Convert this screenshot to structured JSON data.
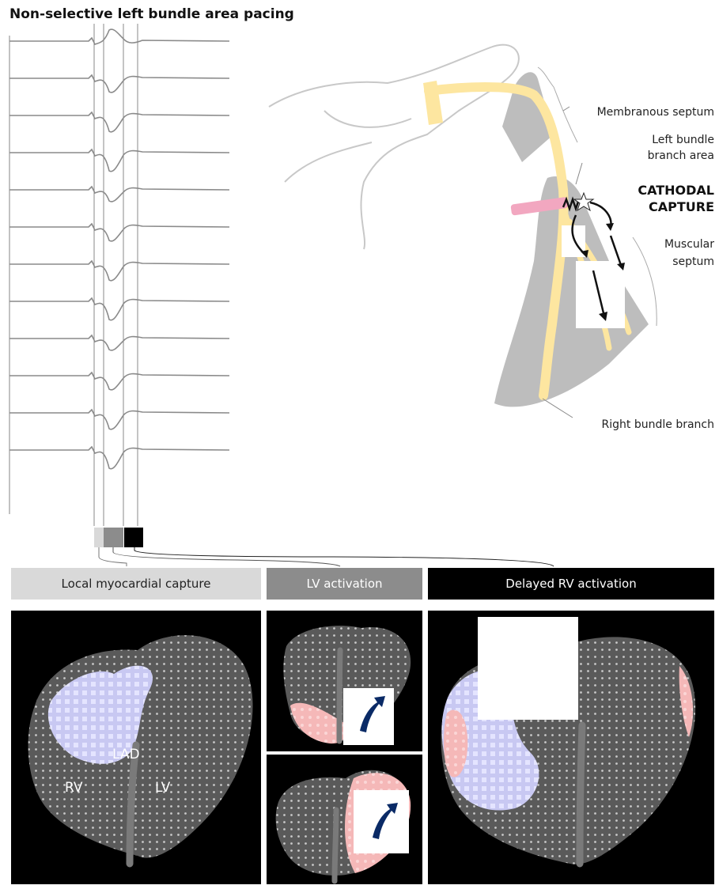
{
  "title": "Non-selective left bundle area pacing",
  "anatomy_labels": {
    "membranous_septum": "Membranous septum",
    "left_bundle_line1": "Left bundle",
    "left_bundle_line2": "branch area",
    "cathodal_line1": "CATHODAL",
    "cathodal_line2": "CAPTURE",
    "muscular_line1": "Muscular",
    "muscular_line2": "septum",
    "right_bundle": "Right bundle branch"
  },
  "phases": [
    {
      "label": "Local myocardial capture",
      "banner_color": "#d9d9d9",
      "text_color": "#222222",
      "marker_color": "#d9d9d9"
    },
    {
      "label": "LV activation",
      "banner_color": "#8c8c8c",
      "text_color": "#ffffff",
      "marker_color": "#8c8c8c"
    },
    {
      "label": "Delayed RV activation",
      "banner_color": "#000000",
      "text_color": "#ffffff",
      "marker_color": "#000000"
    }
  ],
  "heart_labels": {
    "lad": "LAD",
    "rv": "RV",
    "lv": "LV"
  },
  "ecg": {
    "lead_count": 12
  },
  "colors": {
    "conduction": "#fde6a0",
    "septum": "#bdbdbd",
    "lead": "#f2a7c0",
    "early_activation": "#c8c8f2",
    "late_activation": "#f5b8b8",
    "arrow_navy": "#0a2a66"
  }
}
